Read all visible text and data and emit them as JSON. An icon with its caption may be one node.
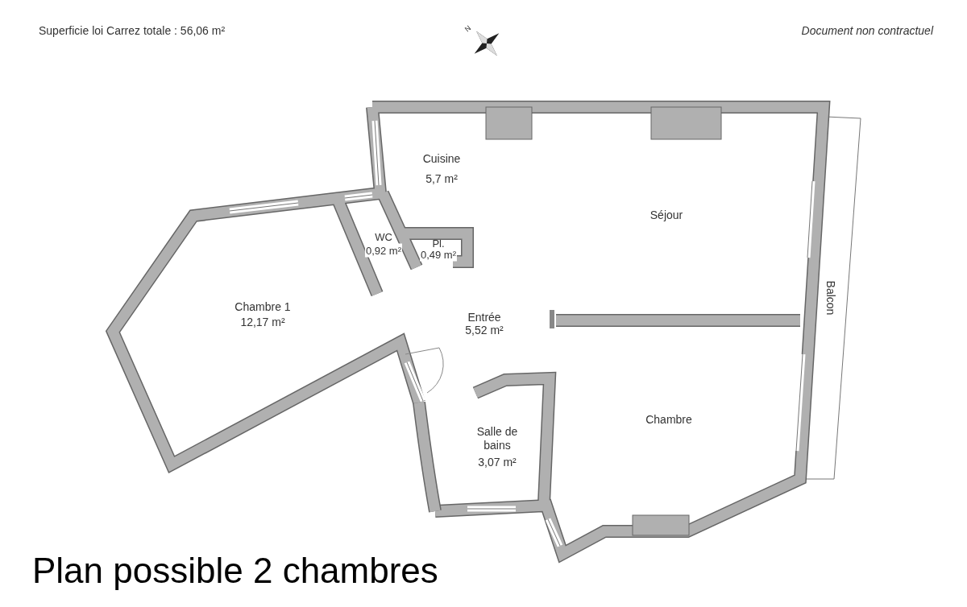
{
  "diagram": {
    "title": "Plan possible 2 chambres",
    "labels": [
      "Superficie loi Carrez totale :  56,06 m²",
      "N",
      "Document non contractuel",
      "Cuisine",
      "5,7 m²",
      "Séjour",
      "WC",
      "0,92 m²",
      "Pl.",
      "0,49 m²",
      "Balcon",
      "Chambre 1",
      "12,17 m²",
      "Entrée",
      "5,52 m²",
      "Salle de bains",
      "3,07 m²",
      "Chambre"
    ]
  }
}
